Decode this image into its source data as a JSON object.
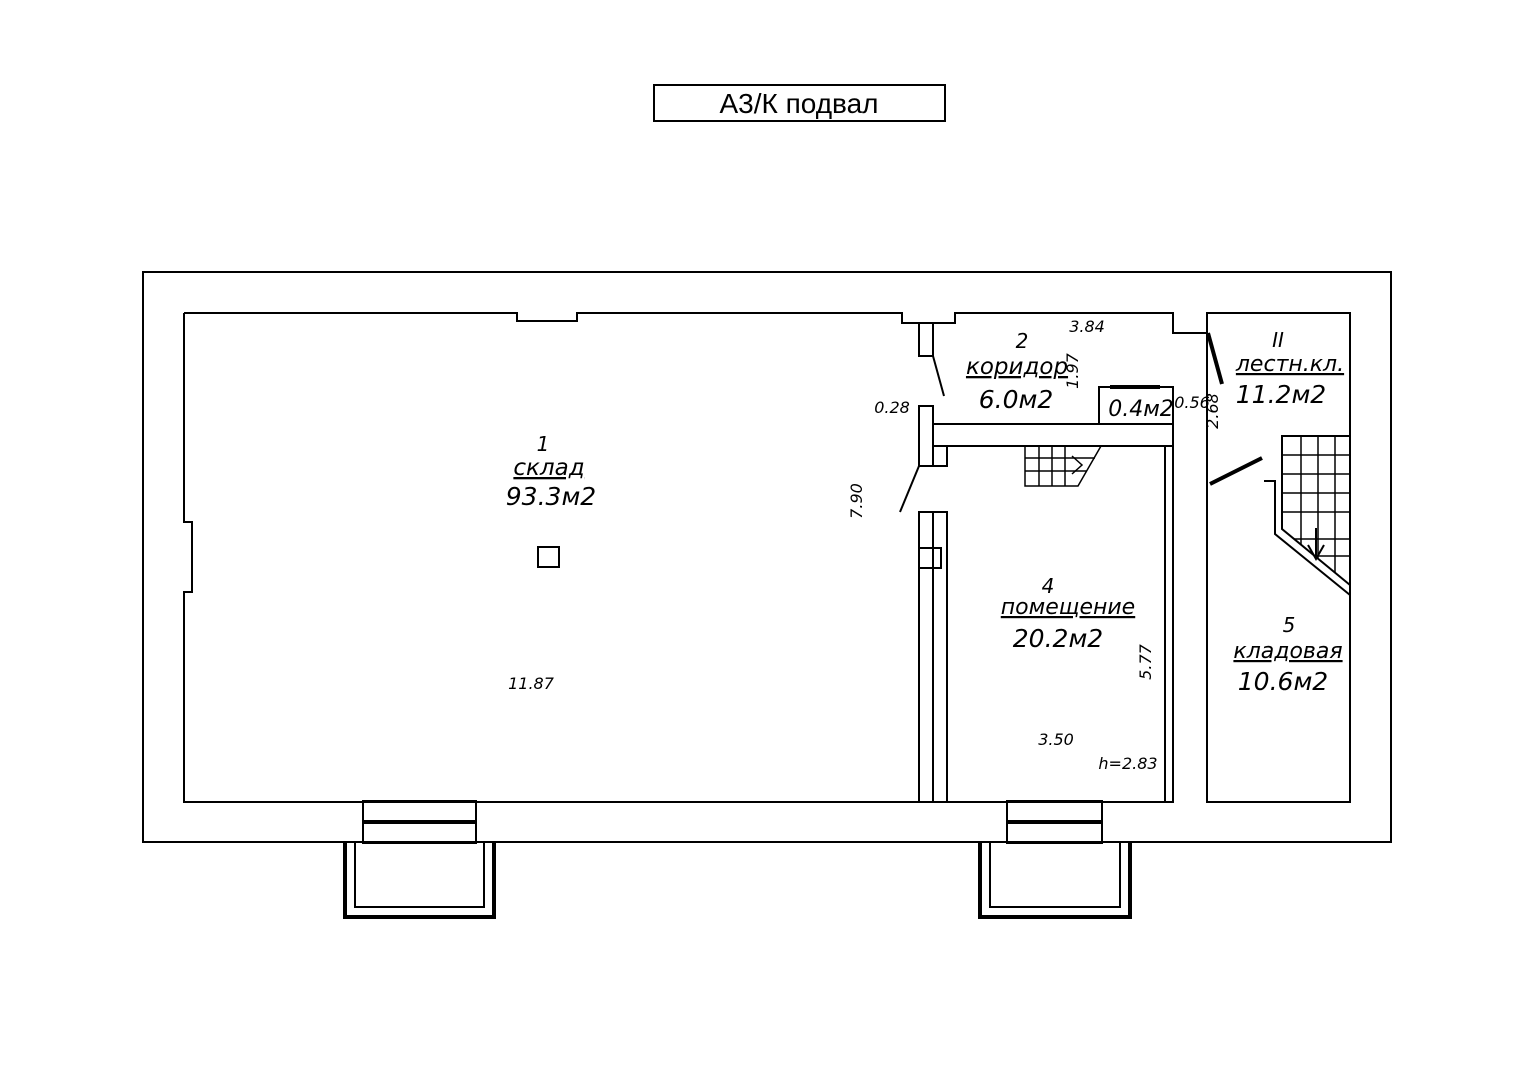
{
  "title": "А3/К подвал",
  "rooms": [
    {
      "number": "1",
      "name": "склад",
      "area": "93.3м2"
    },
    {
      "number": "2",
      "name": "коридор",
      "area": "6.0м2"
    },
    {
      "number": "",
      "name": "",
      "area": "0.4м2"
    },
    {
      "number": "4",
      "name": "помещение",
      "area": "20.2м2"
    },
    {
      "number": "5",
      "name": "кладовая",
      "area": "10.6м2"
    },
    {
      "number": "II",
      "name": "лестн.кл.",
      "area": "11.2м2"
    }
  ],
  "dimensions": {
    "d_3_84": "3.84",
    "d_1_97": "1.97",
    "d_0_28": "0.28",
    "d_0_56": "0.56",
    "d_2_68": "2.68",
    "d_7_90": "7.90",
    "d_5_77": "5.77",
    "d_11_87": "11.87",
    "d_3_50": "3.50",
    "height": "h=2.83"
  }
}
